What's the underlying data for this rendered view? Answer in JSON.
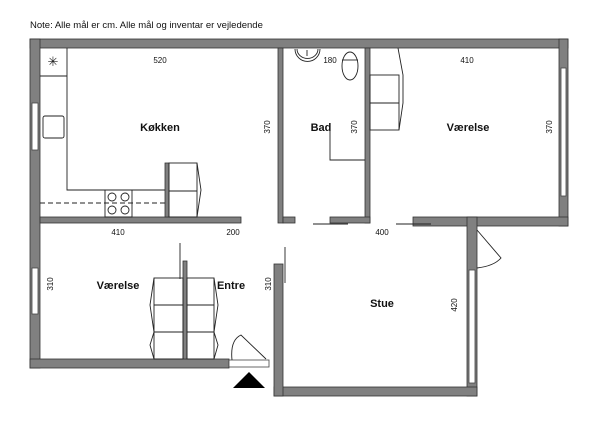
{
  "note": "Note: Alle mål er cm. Alle mål og inventar er vejledende",
  "rooms": {
    "kitchen": "Køkken",
    "bath": "Bad",
    "bedroom_upper": "Værelse",
    "bedroom_lower": "Værelse",
    "hall": "Entre",
    "living": "Stue"
  },
  "dimensions": {
    "kitchen_width": "520",
    "kitchen_depth": "370",
    "bath_width": "180",
    "bath_depth": "370",
    "bedroom_upper_width": "410",
    "bedroom_upper_depth": "370",
    "bedroom_lower_width": "410",
    "bedroom_lower_depth": "310",
    "hall_width": "200",
    "hall_depth": "310",
    "living_width": "400",
    "living_depth": "420"
  }
}
